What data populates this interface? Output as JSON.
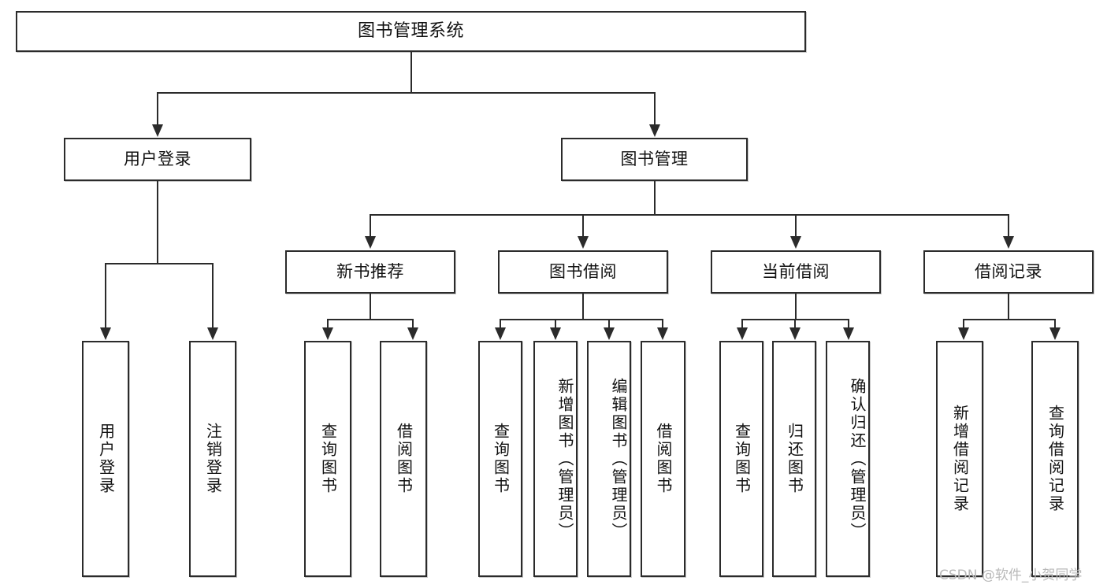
{
  "diagram": {
    "title": "图书管理系统",
    "type": "hierarchy-tree",
    "root": {
      "label": "图书管理系统"
    },
    "level2": [
      {
        "label": "用户登录"
      },
      {
        "label": "图书管理"
      }
    ],
    "level3": [
      {
        "label": "新书推荐"
      },
      {
        "label": "图书借阅"
      },
      {
        "label": "当前借阅"
      },
      {
        "label": "借阅记录"
      }
    ],
    "leaves": {
      "user_login": [
        {
          "label": "用户登录"
        },
        {
          "label": "注销登录"
        }
      ],
      "new_book_recommend": [
        {
          "label": "查询图书"
        },
        {
          "label": "借阅图书"
        }
      ],
      "book_borrow": [
        {
          "label": "查询图书"
        },
        {
          "label": "新增图书（管理员）"
        },
        {
          "label": "编辑图书（管理员）"
        },
        {
          "label": "借阅图书"
        }
      ],
      "current_borrow": [
        {
          "label": "查询图书"
        },
        {
          "label": "归还图书"
        },
        {
          "label": "确认归还（管理员）"
        }
      ],
      "borrow_record": [
        {
          "label": "新增借阅记录"
        },
        {
          "label": "查询借阅记录"
        }
      ]
    }
  },
  "watermark": {
    "text": "CSDN @软件_小贺同学"
  },
  "colors": {
    "stroke": "#2b2b2b",
    "background": "#ffffff",
    "text": "#111111",
    "watermark": "#b9b9b9"
  }
}
